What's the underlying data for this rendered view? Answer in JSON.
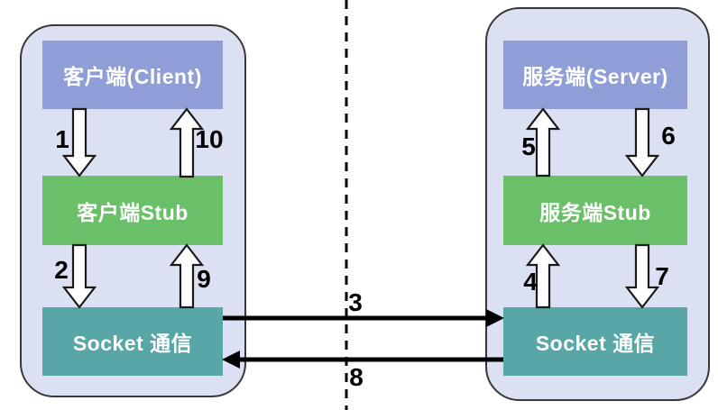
{
  "colors": {
    "panel_background": "#dbe0f2",
    "panel_border": "#383838",
    "client_server_box": "#8f9ed6",
    "stub_box": "#6abf69",
    "socket_box": "#58a6a6",
    "box_text": "#ffffff",
    "step_label_text": "#000000",
    "block_arrow_fill": "#ffffff",
    "block_arrow_outline": "#1a1a1a",
    "network_arrow": "#000000"
  },
  "left_panel": {
    "client_label": "客户端(Client)",
    "stub_label": "客户端Stub",
    "socket_label": "Socket 通信"
  },
  "right_panel": {
    "server_label": "服务端(Server)",
    "stub_label": "服务端Stub",
    "socket_label": "Socket 通信"
  },
  "steps": {
    "1": "1",
    "2": "2",
    "3": "3",
    "4": "4",
    "5": "5",
    "6": "6",
    "7": "7",
    "8": "8",
    "9": "9",
    "10": "10"
  }
}
